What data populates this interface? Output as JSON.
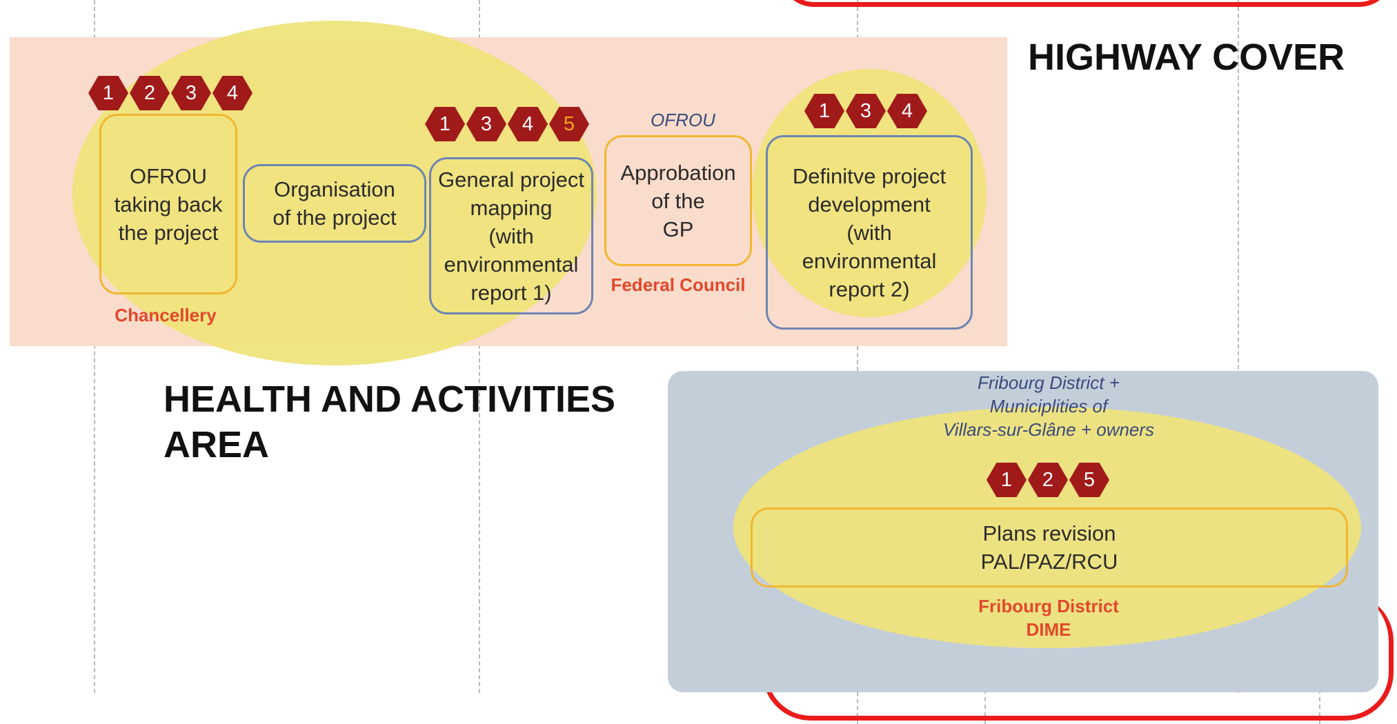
{
  "headings": {
    "highway_cover": "HIGHWAY COVER",
    "health_area": "HEALTH AND ACTIVITIES\nAREA"
  },
  "steps": [
    {
      "label": "OFROU\ntaking back\nthe project",
      "badges": [
        "1",
        "2",
        "3",
        "4"
      ],
      "actor_below": "Chancellery"
    },
    {
      "label": "Organisation\nof the project"
    },
    {
      "label": "General project\nmapping\n(with\nenvironmental\nreport 1)",
      "badges": [
        "1",
        "3",
        "4",
        "5"
      ]
    },
    {
      "label": "Approbation\nof the\nGP",
      "actor_above": "OFROU",
      "actor_below": "Federal Council"
    },
    {
      "label": "Definitve project\ndevelopment\n(with\nenvironmental\nreport 2)",
      "badges": [
        "1",
        "3",
        "4"
      ]
    }
  ],
  "plans": {
    "actor_above": "Fribourg District +\nMuniciplities of\nVillars-sur-Glâne + owners",
    "badges": [
      "1",
      "2",
      "5"
    ],
    "label": "Plans revision\nPAL/PAZ/RCU",
    "actor_below": "Fribourg District\nDIME"
  },
  "colors": {
    "badge": "#a11a1a",
    "badge_highlight": "#f2a51e",
    "actor_red": "#e2472c",
    "actor_blue": "#3a4a7d",
    "highway_band": "#f9dccb",
    "health_band": "#c3ced9",
    "ellipse": "#efe37a",
    "frame": "#ea1b1b"
  }
}
